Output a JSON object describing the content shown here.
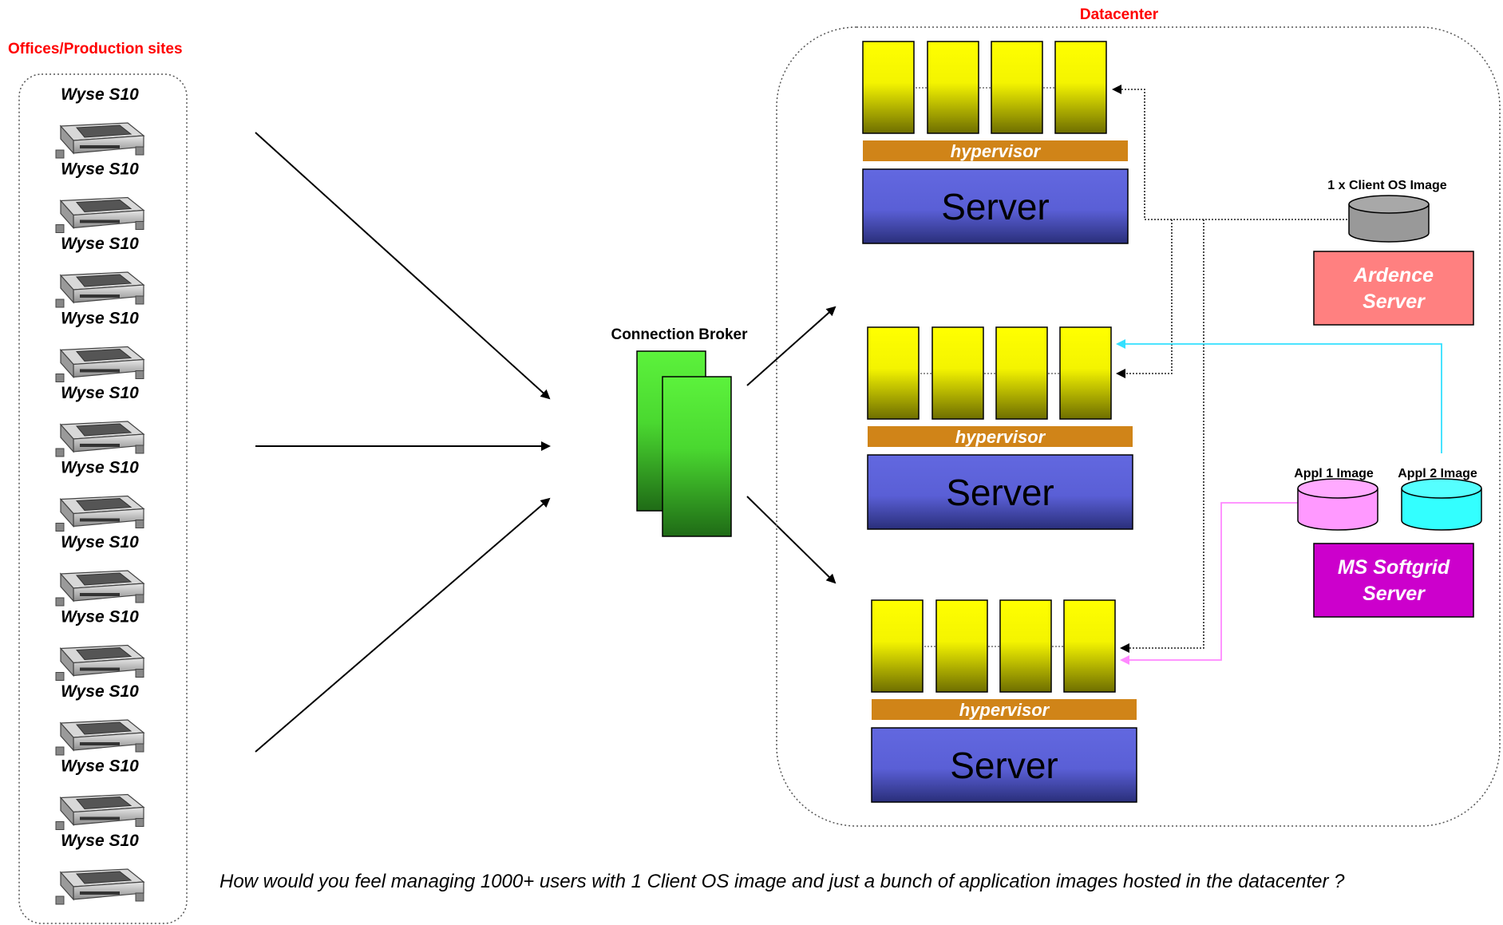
{
  "offices": {
    "title": "Offices/Production sites",
    "clients": [
      {
        "label": "Wyse S10"
      },
      {
        "label": "Wyse S10"
      },
      {
        "label": "Wyse S10"
      },
      {
        "label": "Wyse S10"
      },
      {
        "label": "Wyse S10"
      },
      {
        "label": "Wyse S10"
      },
      {
        "label": "Wyse S10"
      },
      {
        "label": "Wyse S10"
      },
      {
        "label": "Wyse S10"
      },
      {
        "label": "Wyse S10"
      },
      {
        "label": "Wyse S10"
      }
    ]
  },
  "broker": {
    "label": "Connection Broker"
  },
  "datacenter": {
    "title": "Datacenter",
    "servers": [
      {
        "hypervisor": "hypervisor",
        "label": "Server"
      },
      {
        "hypervisor": "hypervisor",
        "label": "Server"
      },
      {
        "hypervisor": "hypervisor",
        "label": "Server"
      }
    ],
    "client_os_image": {
      "label": "1 x Client OS Image"
    },
    "ardence": {
      "line1": "Ardence",
      "line2": "Server"
    },
    "appl1": {
      "label": "Appl 1 Image"
    },
    "appl2": {
      "label": "Appl 2 Image"
    },
    "softgrid": {
      "line1": "MS Softgrid",
      "line2": "Server"
    }
  },
  "footer": {
    "question": "How would you feel managing 1000+ users with 1 Client OS image and just a bunch of application images hosted in the datacenter ?"
  },
  "colors": {
    "title_red": "#ff0000",
    "vm_yellow": "#ffff00",
    "vm_olive": "#6e6e00",
    "hypervisor": "#d08418",
    "server_blue": "#5a5fd6",
    "server_dark": "#2a2f7a",
    "broker_green": "#5cf23c",
    "broker_dark": "#1f6b16",
    "ardence": "#ff8080",
    "softgrid": "#cc00cc",
    "appl1": "#ff99ff",
    "appl2": "#33ffff",
    "os_image": "#999999",
    "cyan_line": "#33e0ff",
    "pink_line": "#ff88ff"
  }
}
